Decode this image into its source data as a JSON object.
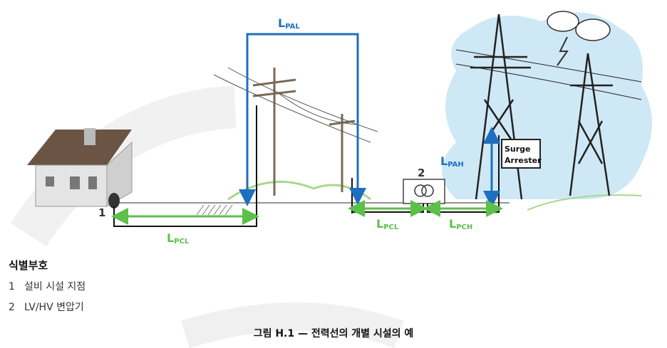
{
  "labels": {
    "l_pal": {
      "main": "L",
      "sub": "PAL"
    },
    "l_pah": {
      "main": "L",
      "sub": "PAH"
    },
    "l_pcl_left": {
      "main": "L",
      "sub": "PCL"
    },
    "l_pcl_mid": {
      "main": "L",
      "sub": "PCL"
    },
    "l_pch": {
      "main": "L",
      "sub": "PCH"
    },
    "marker_1": "1",
    "marker_2": "2",
    "surge_line1": "Surge",
    "surge_line2": "Arrester"
  },
  "legend": {
    "title": "식별부호",
    "items": [
      {
        "num": "1",
        "text": "설비 시설 지점"
      },
      {
        "num": "2",
        "text": "LV/HV 변압기"
      }
    ]
  },
  "caption": "그림 H.1 — 전력선의 개별 시설의 예",
  "colors": {
    "blue": "#1f6fc0",
    "green": "#5cc04a",
    "sky": "#cfe8f5",
    "roof": "#6b5444"
  }
}
